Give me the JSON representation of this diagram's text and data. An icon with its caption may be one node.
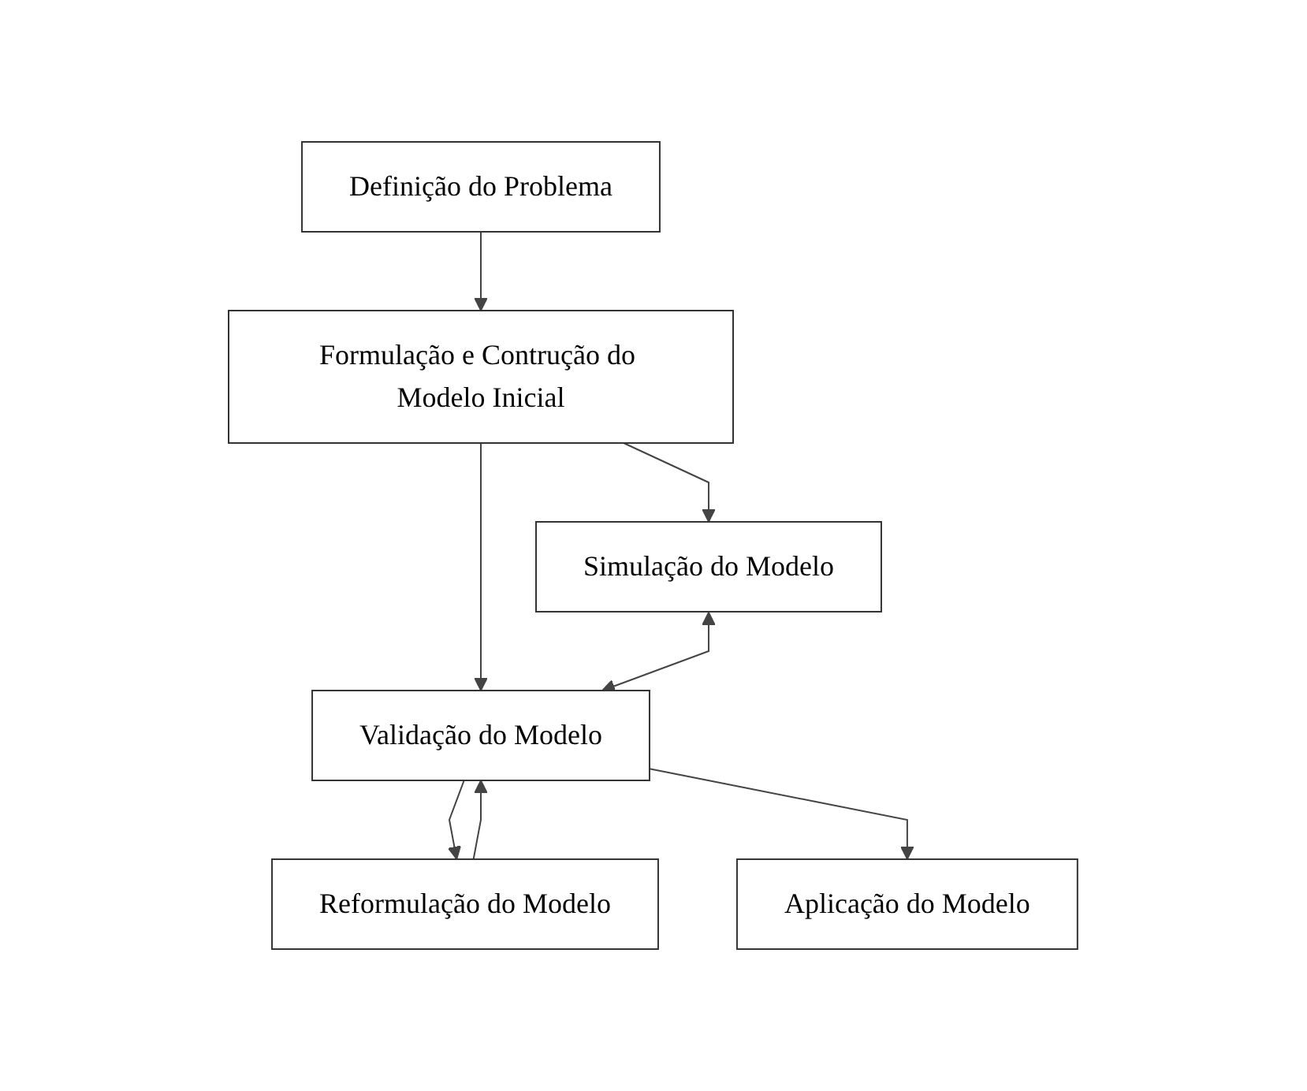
{
  "diagram": {
    "nodes": [
      {
        "text": [
          "Definição do Problema"
        ]
      },
      {
        "text": [
          "Formulação e Contrução do Modelo Inicial"
        ]
      },
      {
        "text": [
          "Validação do Modelo"
        ]
      },
      {
        "text": [
          "Simulação do Modelo"
        ]
      },
      {
        "text": [
          "Reformulação do Modelo"
        ]
      },
      {
        "text": [
          "Aplicação do Modelo"
        ]
      }
    ],
    "edges": [
      {
        "from": 0,
        "to": 1,
        "arrow": "to"
      },
      {
        "from": 1,
        "to": 2,
        "arrow": "to"
      },
      {
        "from": 1,
        "to": 3,
        "arrow": "to"
      },
      {
        "from": 3,
        "to": 2,
        "arrow": "both"
      },
      {
        "from": 2,
        "to": 4,
        "arrow": "to"
      },
      {
        "from": 4,
        "to": 2,
        "arrow": "to"
      },
      {
        "from": 2,
        "to": 5,
        "arrow": "to"
      }
    ]
  }
}
